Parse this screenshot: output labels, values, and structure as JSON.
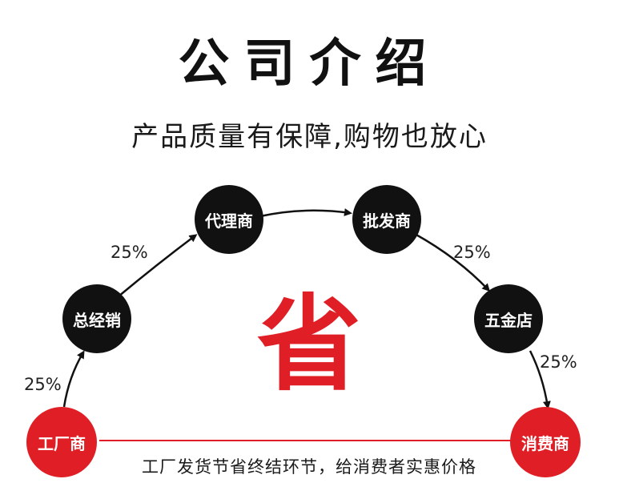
{
  "title": "公司介绍",
  "subtitle": "产品质量有保障,购物也放心",
  "center_char": "省",
  "bottom_text": "工厂发货节省终结环节，给消费者实惠价格",
  "nodes": {
    "factory": "工厂商",
    "general": "总经销",
    "agent": "代理商",
    "wholesale": "批发商",
    "hardware": "五金店",
    "consumer": "消费商"
  },
  "percents": {
    "p1": "25%",
    "p2": "25%",
    "p3": "25%",
    "p4": "25%"
  },
  "colors": {
    "black_node": "#111111",
    "red_node": "#e01e26",
    "accent_line": "#e01e26"
  }
}
